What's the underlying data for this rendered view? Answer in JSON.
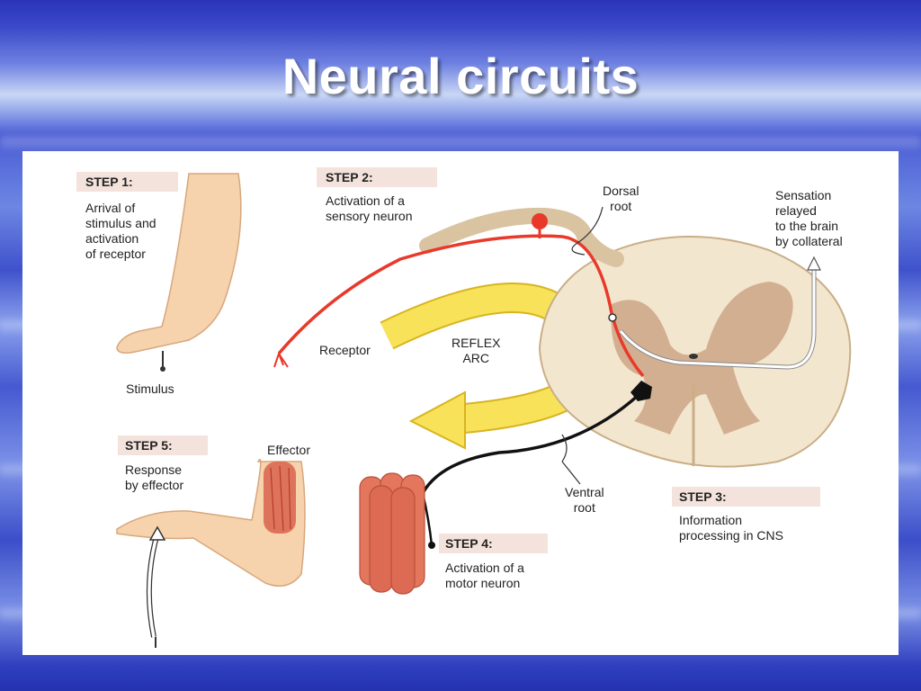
{
  "title": "Neural circuits",
  "steps": [
    {
      "label": "STEP 1:",
      "text": "Arrival of\nstimulus and\nactivation\nof receptor"
    },
    {
      "label": "STEP 2:",
      "text": "Activation of a\nsensory neuron"
    },
    {
      "label": "STEP 3:",
      "text": "Information\nprocessing in CNS"
    },
    {
      "label": "STEP 4:",
      "text": "Activation of a\nmotor neuron"
    },
    {
      "label": "STEP 5:",
      "text": "Response\nby effector"
    }
  ],
  "labels": {
    "stimulus": "Stimulus",
    "receptor": "Receptor",
    "reflex_arc": "REFLEX\nARC",
    "dorsal_root": "Dorsal\nroot",
    "sensation": "Sensation\nrelayed\nto the brain\nby collateral",
    "ventral_root": "Ventral\nroot",
    "effector": "Effector"
  },
  "colors": {
    "sensory_neuron": "#e8392b",
    "motor_neuron": "#111111",
    "reflex_arrow": "#f7e25a",
    "step_box": "#f3e3dc",
    "spinal_cord": "#f3e6cf",
    "gray_matter": "#cfa98a",
    "skin": "#f6d3ac"
  }
}
